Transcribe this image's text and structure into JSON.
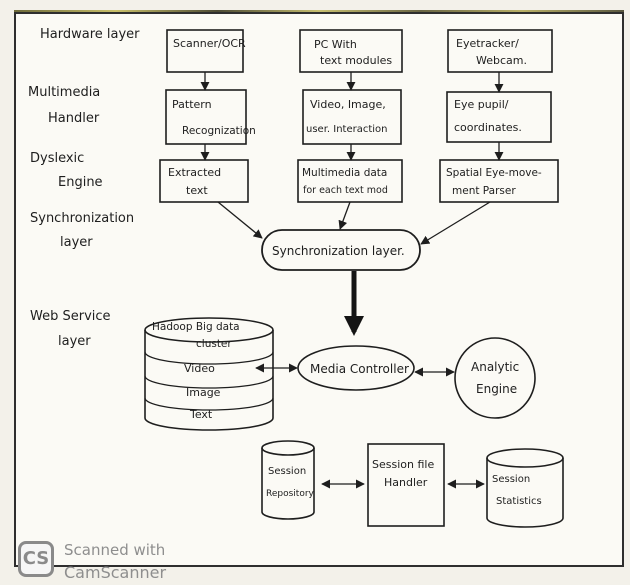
{
  "layers": {
    "hardware": "Hardware layer",
    "multimedia_1": "Multimedia",
    "multimedia_2": "Handler",
    "dyslexic_1": "Dyslexic",
    "dyslexic_2": "Engine",
    "sync_1": "Synchronization",
    "sync_2": "layer",
    "web_1": "Web Service",
    "web_2": "layer"
  },
  "boxes": {
    "scanner": "Scanner/OCR",
    "pc_1": "PC With",
    "pc_2": "text modules",
    "eyetracker_1": "Eyetracker/",
    "eyetracker_2": "Webcam.",
    "pattern_1": "Pattern",
    "pattern_2": "Recognization",
    "video_1": "Video, Image,",
    "video_2": "user. Interaction",
    "eyepupil_1": "Eye pupil/",
    "eyepupil_2": "coordinates.",
    "extracted_1": "Extracted",
    "extracted_2": "text",
    "multimedia_data_1": "Multimedia data",
    "multimedia_data_2": "for each text mod",
    "spatial_1": "Spatial Eye-move-",
    "spatial_2": "ment Parser",
    "sync_layer": "Synchronization layer.",
    "media_controller": "Media Controller",
    "analytic_1": "Analytic",
    "analytic_2": "Engine",
    "hadoop_1": "Hadoop Big data",
    "hadoop_2": "cluster",
    "hadoop_video": "Video",
    "hadoop_image": "Image",
    "hadoop_text": "Text",
    "session_repo_1": "Session",
    "session_repo_2": "Repository",
    "session_file_1": "Session file",
    "session_file_2": "Handler",
    "session_stats_1": "Session",
    "session_stats_2": "Statistics"
  },
  "watermark": {
    "logo": "CS",
    "line1": "Scanned with",
    "line2": "CamScanner"
  }
}
